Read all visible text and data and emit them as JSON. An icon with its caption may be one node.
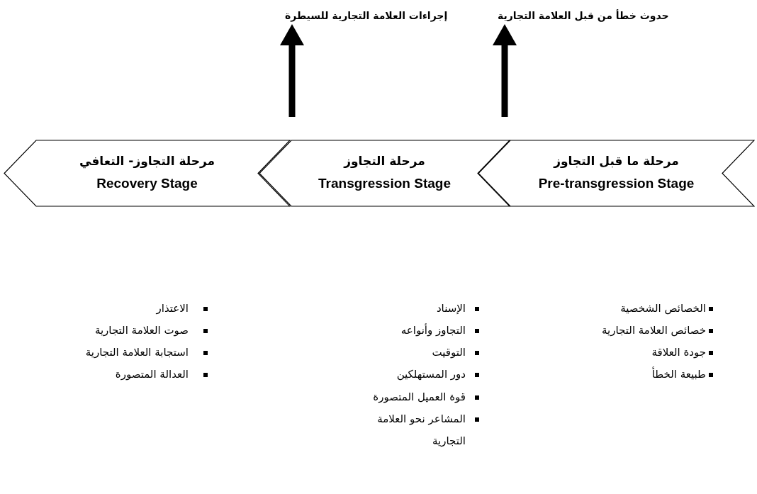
{
  "diagram": {
    "nodes": [
      {
        "text": [
          "حدوث خطأ من قبل العلامة التجارية"
        ]
      },
      {
        "text": [
          "إجراءات العلامة التجارية للسيطرة"
        ]
      },
      {
        "text": [
          "مرحلة ما قبل التجاوز",
          "Pre-transgression Stage"
        ]
      },
      {
        "text": [
          "مرحلة التجاوز",
          "Transgression Stage"
        ]
      },
      {
        "text": [
          "مرحلة التجاوز- التعافي",
          "Recovery Stage"
        ]
      }
    ],
    "edges": [
      {
        "from": null,
        "to": 0,
        "arrow": "to"
      },
      {
        "from": null,
        "to": 1,
        "arrow": "to"
      }
    ],
    "labels": [
      "الخصائص الشخصية",
      "خصائص العلامة التجارية",
      "جودة العلاقة",
      "طبيعة الخطأ",
      "الإسناد",
      "التجاوز وأنواعه",
      "التوقيت",
      "دور المستهلكين",
      "قوة العميل المتصورة",
      "المشاعر نحو العلامة التجارية",
      "الاعتذار",
      "صوت العلامة التجارية",
      "استجابة العلامة التجارية",
      "العدالة المتصورة"
    ]
  }
}
